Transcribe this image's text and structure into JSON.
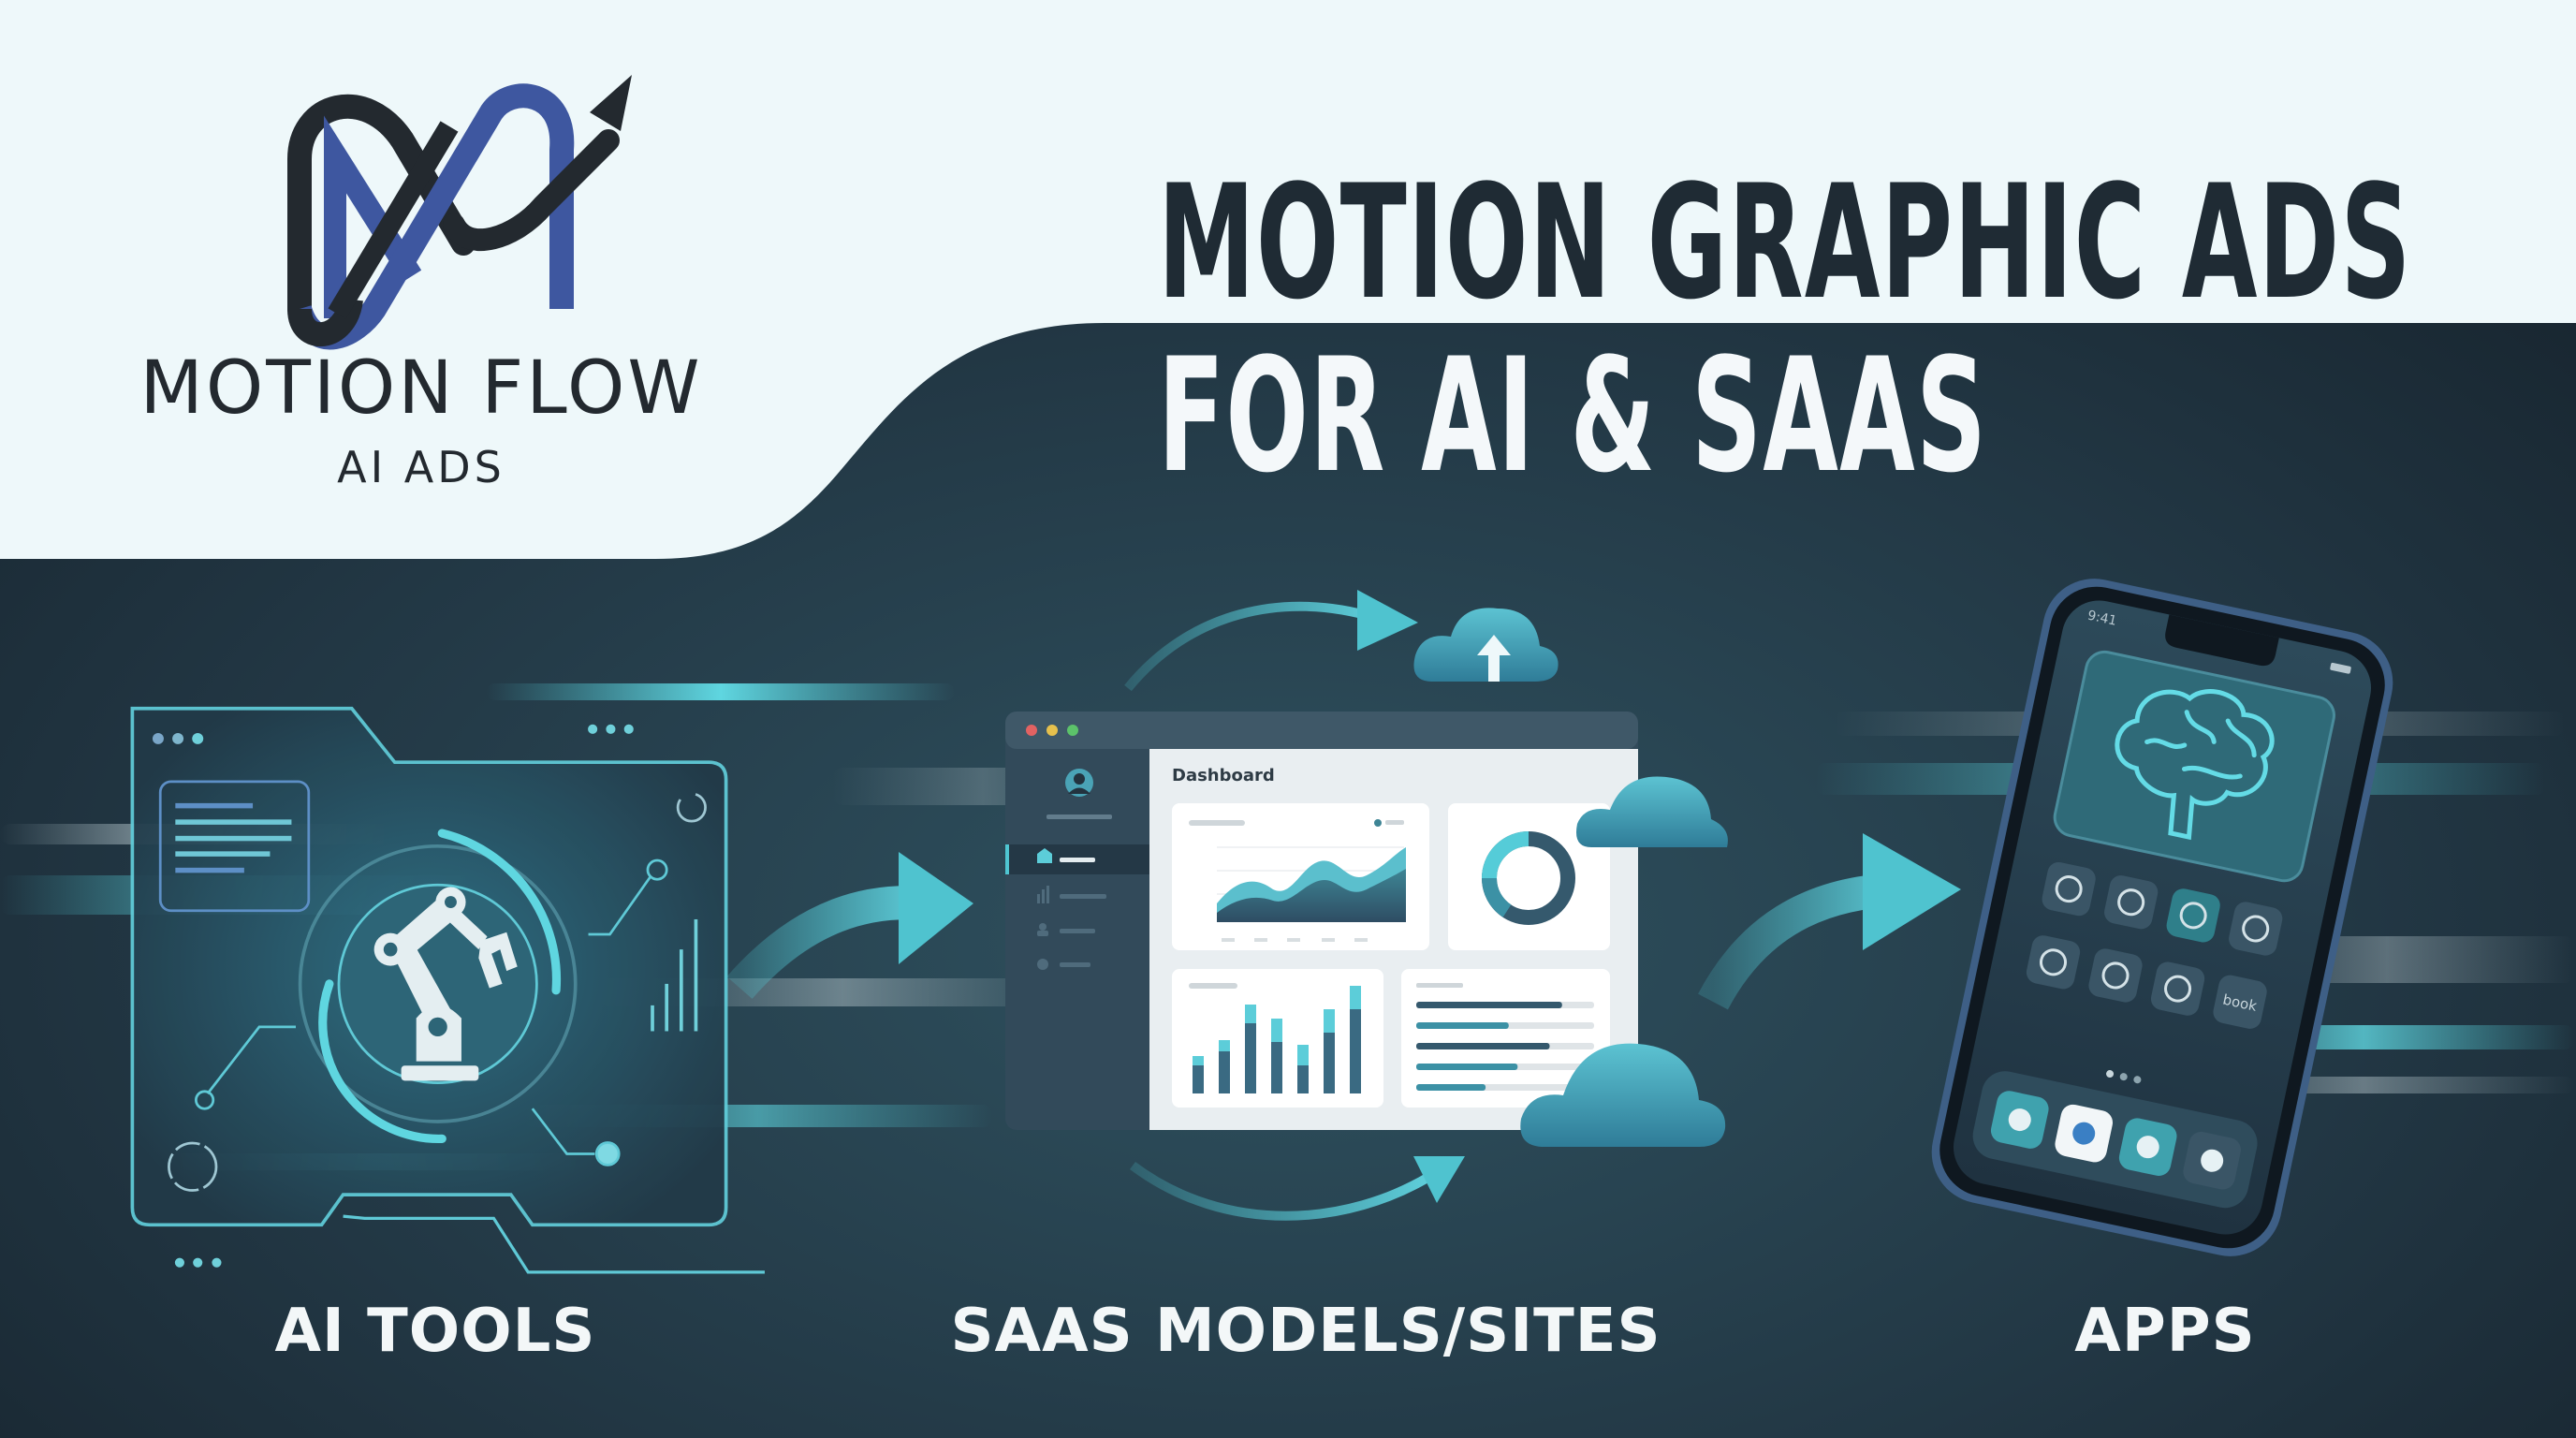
{
  "brand": {
    "name": "MOTION FLOW",
    "tagline": "AI ADS",
    "colors": {
      "dark": "#23292f",
      "blue": "#3e57a0"
    }
  },
  "headline": {
    "line1": "MOTION GRAPHIC ADS",
    "line2": "FOR AI & SAAS"
  },
  "sections": [
    {
      "label": "AI TOOLS",
      "icon": "robot-arm-icon"
    },
    {
      "label": "SAAS MODELS/SITES",
      "icon": "dashboard-window"
    },
    {
      "label": "APPS",
      "icon": "smartphone"
    }
  ],
  "dashboard": {
    "title": "Dashboard",
    "sidebar_icons": [
      "home-icon",
      "bar-chart-icon",
      "user-icon",
      "settings-icon"
    ]
  },
  "phone": {
    "time": "9:41",
    "app_icons": [
      "app-store-icon",
      "contacts-icon",
      "chip-icon",
      "scan-icon",
      "globe-icon",
      "settings-icon",
      "grid-icon",
      "book-icon"
    ],
    "book_label": "book",
    "dock_icons": [
      "phone-icon",
      "safari-icon",
      "messages-icon",
      "music-icon"
    ]
  },
  "colors": {
    "background_light": "#eef8fa",
    "background_dark": "#1c2c37",
    "accent_teal": "#4fc6d2",
    "headline_dark": "#1f2b34"
  }
}
